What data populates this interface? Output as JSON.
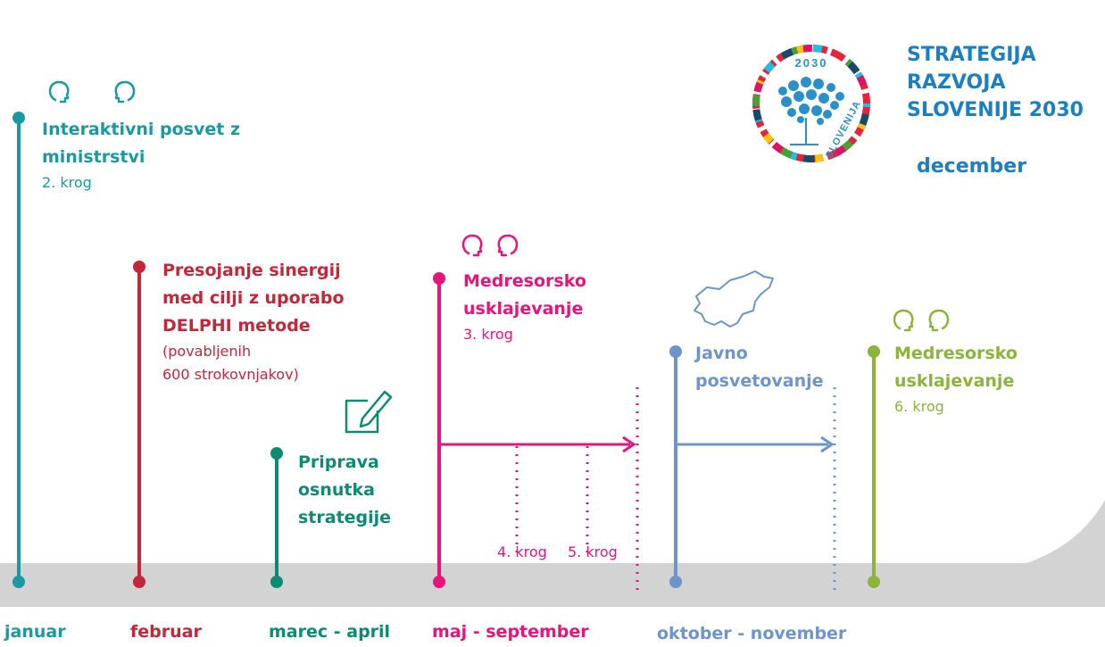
{
  "header": {
    "title_lines": [
      "STRATEGIJA",
      "RAZVOJA",
      "SLOVENIJE 2030"
    ],
    "month": "december",
    "logo": {
      "year": "2030",
      "country": "SLOVENIJA"
    }
  },
  "events": [
    {
      "title_lines": [
        "Interaktivni posvet z",
        "ministrstvi"
      ],
      "sub_lines": [
        "2. krog"
      ],
      "color": "#1a9aa0"
    },
    {
      "title_lines": [
        "Presojanje sinergij",
        "med cilji z uporabo",
        "DELPHI metode"
      ],
      "sub_lines": [
        "(povabljenih",
        "600 strokovnjakov)"
      ],
      "color": "#c3273a"
    },
    {
      "title_lines": [
        "Priprava",
        "osnutka",
        "strategije"
      ],
      "sub_lines": [],
      "color": "#0b8c72"
    },
    {
      "title_lines": [
        "Medresorsko",
        "usklajevanje"
      ],
      "sub_lines": [
        "3. krog"
      ],
      "color": "#e5157a"
    },
    {
      "title_lines": [
        "Javno",
        "posvetovanje"
      ],
      "sub_lines": [],
      "color": "#6e94cc"
    },
    {
      "title_lines": [
        "Medresorsko",
        "usklajevanje"
      ],
      "sub_lines": [
        "6. krog"
      ],
      "color": "#8bb43a"
    }
  ],
  "extra_labels": {
    "krog4": "4. krog",
    "krog5": "5. krog"
  },
  "months": [
    {
      "label": "januar",
      "color": "#1a9aa0"
    },
    {
      "label": "februar",
      "color": "#c3273a"
    },
    {
      "label": "marec - april",
      "color": "#0b8c72"
    },
    {
      "label": "maj - september",
      "color": "#e5157a"
    },
    {
      "label": "oktober - november",
      "color": "#6e94cc"
    }
  ]
}
